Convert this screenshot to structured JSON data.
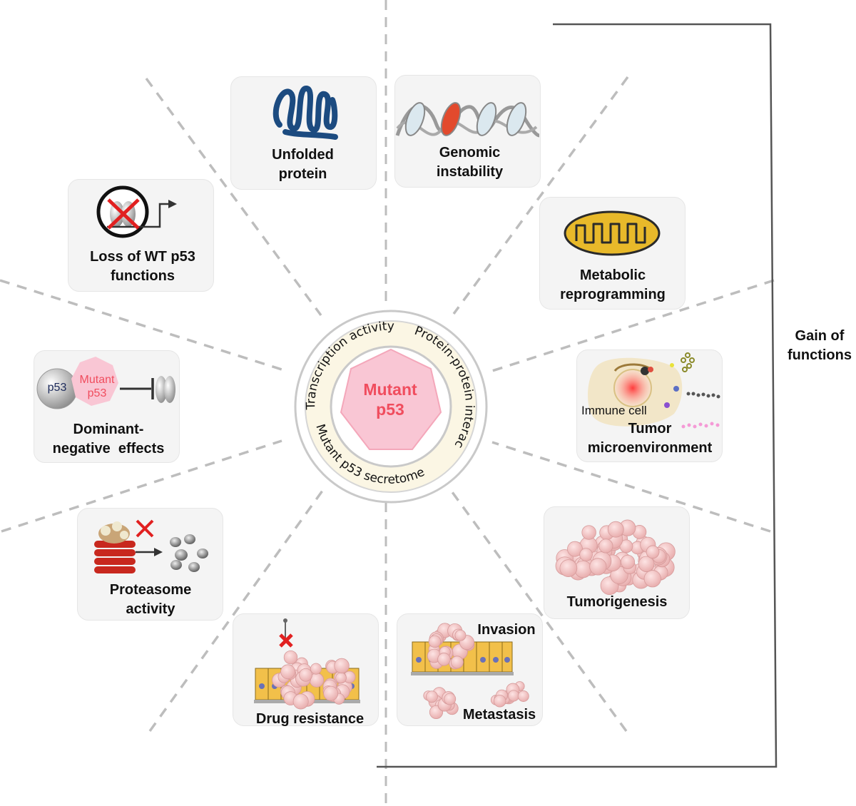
{
  "center": {
    "line1": "Mutant",
    "line2": "p53"
  },
  "ring": {
    "transcription": "Transcription activity",
    "protein_interaction": "Protein-protein interaction",
    "secretome": "Mutant p53 secretome"
  },
  "gain_label": {
    "line1": "Gain of",
    "line2": "functions"
  },
  "panels": {
    "unfolded": {
      "line1": "Unfolded",
      "line2": "protein"
    },
    "genomic": {
      "line1": "Genomic",
      "line2": "instability"
    },
    "loss_wt": {
      "line1": "Loss of WT p53",
      "line2": "functions"
    },
    "metabolic": {
      "line1": "Metabolic",
      "line2": "reprogramming"
    },
    "dominant": {
      "line1": "Dominant-",
      "line2": "negative  effects",
      "p53": "p53",
      "mutant1": "Mutant",
      "mutant2": "p53"
    },
    "tumor_micro": {
      "line1": "Tumor",
      "line2": "microenvironment",
      "immune": "Immune cell"
    },
    "proteasome": {
      "line1": "Proteasome",
      "line2": "activity"
    },
    "tumorigenesis": {
      "label": "Tumorigenesis"
    },
    "drug": {
      "label": "Drug resistance"
    },
    "invasion": {
      "invasion": "Invasion",
      "metastasis": "Metastasis"
    }
  },
  "colors": {
    "mutant_pink": "#f04d5e",
    "ring_fill": "#fbf6e4",
    "heptagon": "#f9c6d4",
    "tumor_cell": "#f1c6c6",
    "mito": "#e8b92a",
    "unfolded_blue": "#1c4b80"
  }
}
